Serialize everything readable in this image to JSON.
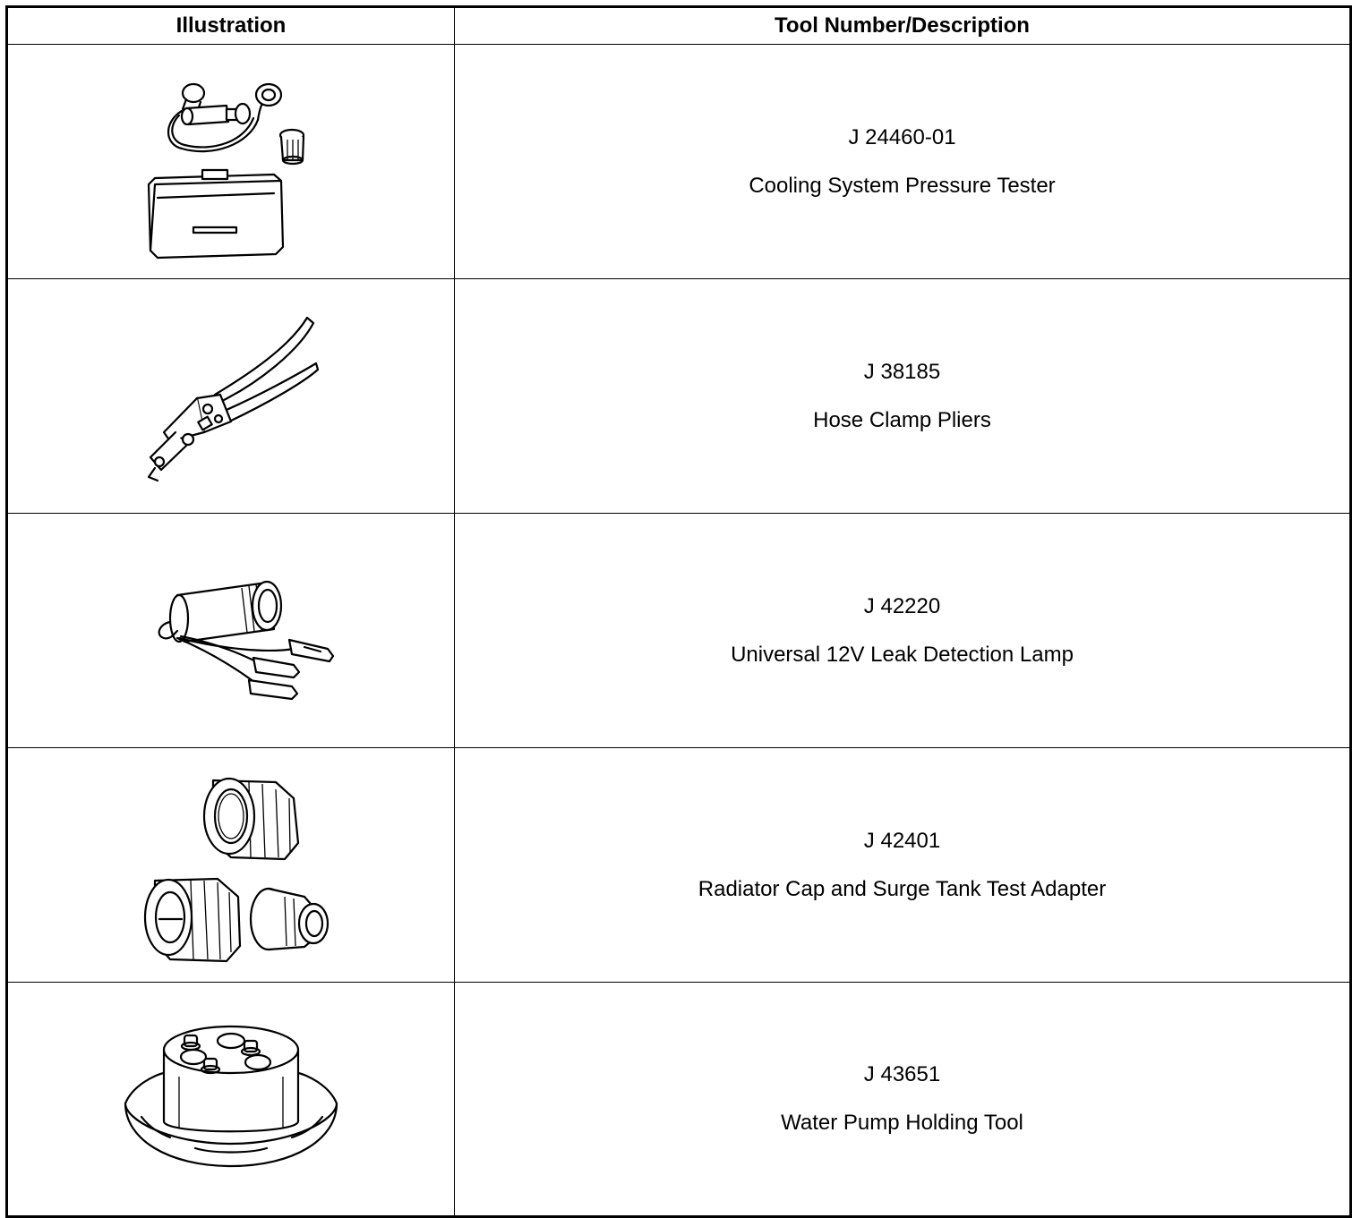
{
  "table": {
    "headers": {
      "illustration": "Illustration",
      "tool": "Tool Number/Description"
    },
    "rows": [
      {
        "illustration_icon": "pressure-tester-kit-icon",
        "number": "J 24460-01",
        "description": "Cooling System Pressure Tester"
      },
      {
        "illustration_icon": "hose-clamp-pliers-icon",
        "number": "J 38185",
        "description": "Hose Clamp Pliers"
      },
      {
        "illustration_icon": "leak-detection-lamp-icon",
        "number": "J 42220",
        "description": "Universal 12V Leak Detection Lamp"
      },
      {
        "illustration_icon": "test-adapter-set-icon",
        "number": "J 42401",
        "description": "Radiator Cap and Surge Tank Test Adapter"
      },
      {
        "illustration_icon": "water-pump-holding-tool-icon",
        "number": "J 43651",
        "description": "Water Pump Holding Tool"
      }
    ]
  }
}
